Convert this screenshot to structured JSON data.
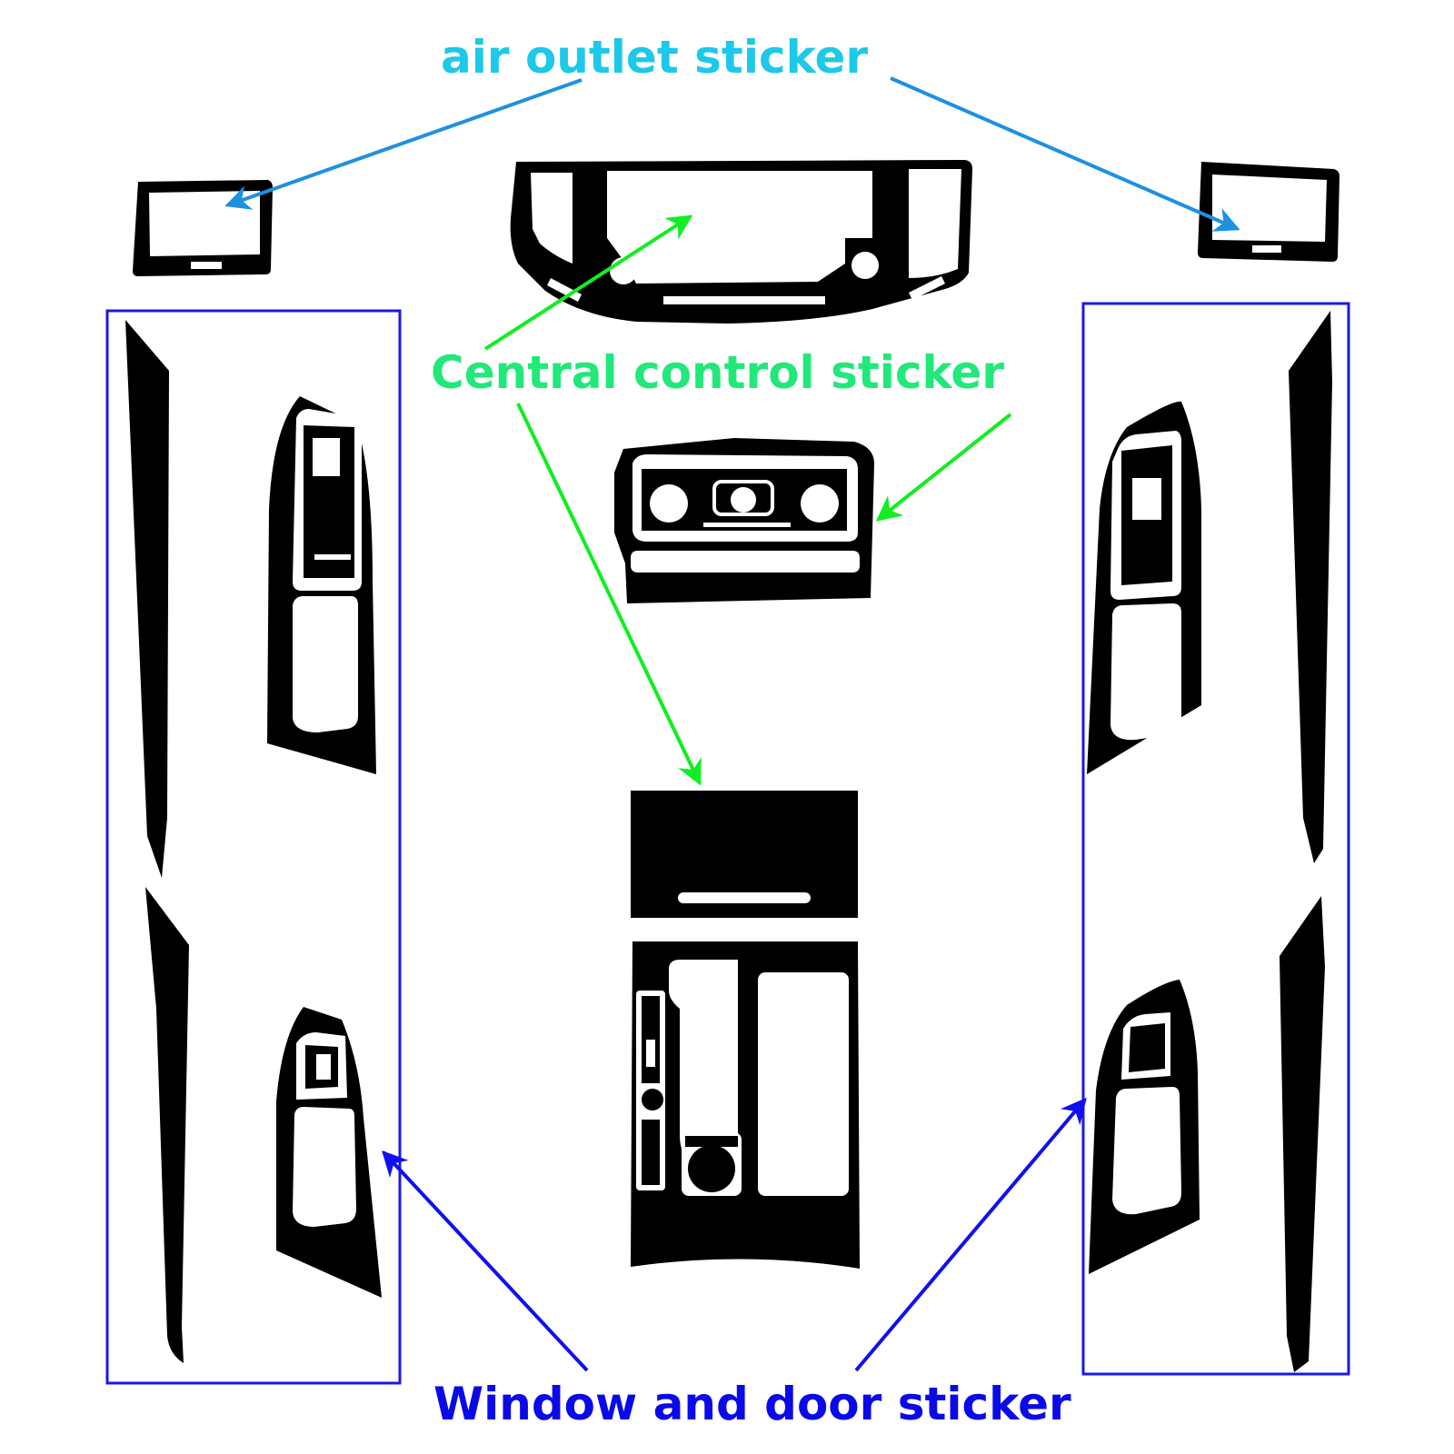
{
  "labels": {
    "air_outlet": "air outlet sticker",
    "central_control": "Central control sticker",
    "window_door": "Window and door sticker"
  },
  "colors": {
    "air_outlet": "#1ec8e8",
    "central_control": "#22e87a",
    "window_door": "#0a0ae8",
    "sticker": "#000000",
    "background": "#ffffff"
  }
}
